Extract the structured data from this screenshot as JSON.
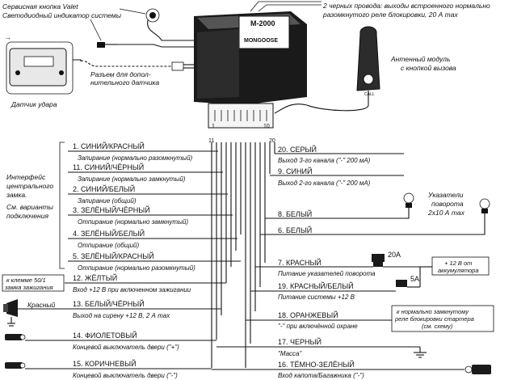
{
  "top_left": {
    "valet": "Сервисная кнопка Valet",
    "led": "Светодиодный индикатор системы",
    "connector": "Разъем для допол-",
    "connector2": "нительного датчика",
    "shock": "Датчик удара"
  },
  "top_right": {
    "relay_line1": "2 черных провода: выходы встроенного нормально",
    "relay_line2": "разомкнутого реле блокировки, 20 А max",
    "antenna_line1": "Антенный модуль",
    "antenna_line2": "с кнопкой вызова",
    "antenna_call": "CALL"
  },
  "unit": {
    "model": "M-2000",
    "brand": "MONGOOSE",
    "pin_left_top": "1",
    "pin_right_top": "10",
    "pin_left_bottom": "11",
    "pin_right_bottom": "20"
  },
  "interface": {
    "line1": "Интерфейс",
    "line2": "центрального",
    "line3": "замка.",
    "line4": "См. варианты",
    "line5": "подключения"
  },
  "left_wires": [
    {
      "label": "1. СИНИЙ/КРАСНЫЙ",
      "sub": "Запирание (нормально разомкнутый)"
    },
    {
      "label": "11. СИНИЙ/ЧЁРНЫЙ",
      "sub": "Запирание (нормально замкнутый)"
    },
    {
      "label": "2. СИНИЙ/БЕЛЫЙ",
      "sub": "Запирание (общий)"
    },
    {
      "label": "3. ЗЕЛЁНЫЙ/ЧЁРНЫЙ",
      "sub": "Отпирание (нормально замкнутый)"
    },
    {
      "label": "4. ЗЕЛЁНЫЙ/БЕЛЫЙ",
      "sub": "Отпирание (общий)"
    },
    {
      "label": "5. ЗЕЛЁНЫЙ/КРАСНЫЙ",
      "sub": "Отпирание (нормально разомкнутый)"
    },
    {
      "label": "12. ЖЁЛТЫЙ",
      "sub": "Вход +12 В при включенном зажигании"
    },
    {
      "label": "13. БЕЛЫЙ/ЧЁРНЫЙ",
      "sub": "Выход на сирену +12 В, 2 А max"
    },
    {
      "label": "14. ФИОЛЕТОВЫЙ",
      "sub": "Концевой выключатель двери (\"+\")"
    },
    {
      "label": "15. КОРИЧНЕВЫЙ",
      "sub": "Концевой выключатель двери (\"-\")"
    }
  ],
  "ignition_box": {
    "line1": "к клемме 50/1",
    "line2": "замка зажигания"
  },
  "siren_label": "Красный",
  "right_wires": [
    {
      "label": "20. СЕРЫЙ",
      "sub": "Выход 3-го канала (\"-\" 200 мА)"
    },
    {
      "label": "9. СИНИЙ",
      "sub": "Выход 2-го канала (\"-\" 200 мА)"
    },
    {
      "label": "8. БЕЛЫЙ",
      "sub": ""
    },
    {
      "label": "6. БЕЛЫЙ",
      "sub": ""
    },
    {
      "label": "7. КРАСНЫЙ",
      "sub": "Питание указателей поворота"
    },
    {
      "label": "19. КРАСНЫЙ/БЕЛЫЙ",
      "sub": "Питание системы +12 В"
    },
    {
      "label": "18. ОРАНЖЕВЫЙ",
      "sub": "\"-\" при включённой охране"
    },
    {
      "label": "17. ЧЕРНЫЙ",
      "sub": "\"Масса\""
    },
    {
      "label": "16. ТЁМНО-ЗЕЛЁНЫЙ",
      "sub": "Вход капота/Багажника (\"-\")"
    }
  ],
  "indicators": {
    "line1": "Указатели",
    "line2": "поворота",
    "line3": "2х10 А max"
  },
  "fuses": {
    "f1": "20А",
    "f2": "5А"
  },
  "battery_box": {
    "line1": "+ 12 В от",
    "line2": "аккумулятора"
  },
  "starter_box": {
    "line1": "к нормально замкнутому",
    "line2": "реле блокировки стартера",
    "line3": "(см. схему)"
  }
}
